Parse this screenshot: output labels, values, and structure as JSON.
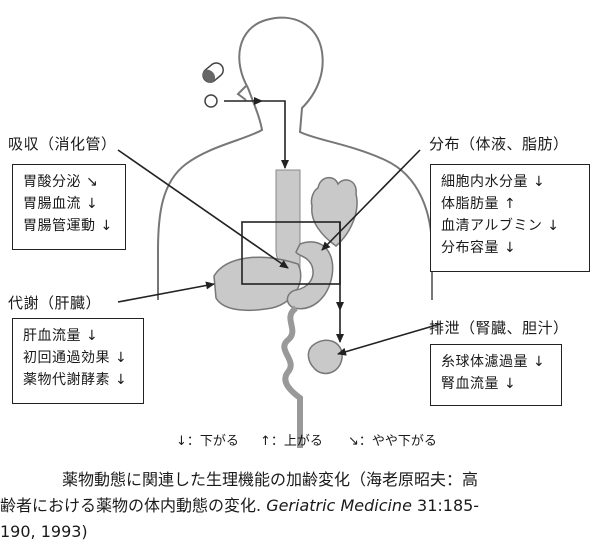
{
  "sections": {
    "absorption": {
      "heading": "吸収（消化管）",
      "items": [
        "胃酸分泌 ↘",
        "胃腸血流 ↓",
        "胃腸管運動 ↓"
      ]
    },
    "metabolism": {
      "heading": "代謝（肝臓）",
      "items": [
        "肝血流量 ↓",
        "初回通過効果 ↓",
        "薬物代謝酵素 ↓"
      ]
    },
    "distribution": {
      "heading": "分布（体液、脂肪）",
      "items": [
        "細胞内水分量 ↓",
        "体脂肪量 ↑",
        "血清アルブミン ↓",
        "分布容量 ↓"
      ]
    },
    "excretion": {
      "heading": "排泄（腎臓、胆汁）",
      "items": [
        "糸球体濾過量 ↓",
        "腎血流量 ↓"
      ]
    }
  },
  "legend": {
    "down": "↓：下がる",
    "up": "↑：上がる",
    "slightly_down": "↘：やや下がる"
  },
  "caption": {
    "line1": "薬物動態に関連した生理機能の加齢変化（海老原昭夫：高",
    "line2_pre": "齢者における薬物の体内動態の変化.",
    "journal": "Geriatric Medicine",
    "line2_post": " 31:185-",
    "line3": "190, 1993)"
  }
}
